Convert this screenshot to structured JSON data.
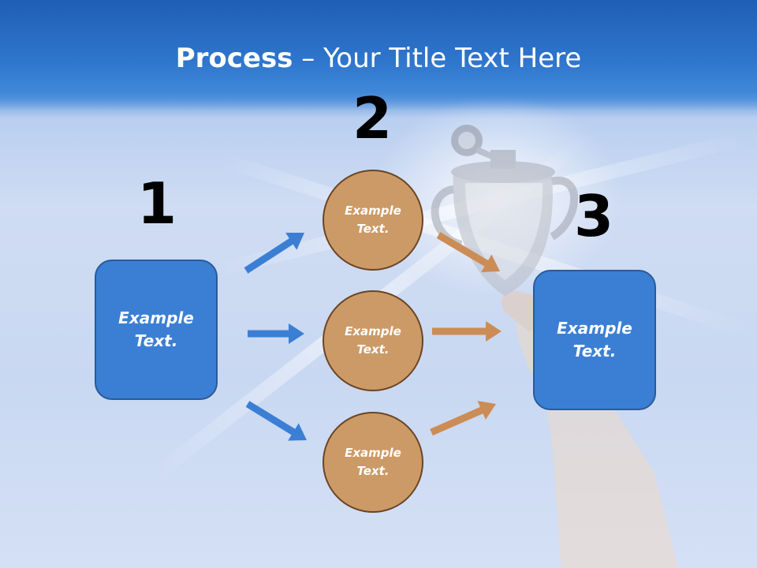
{
  "slide": {
    "title_bold": "Process",
    "title_rest": " – Your Title Text Here"
  },
  "steps": {
    "one": "1",
    "two": "2",
    "three": "3"
  },
  "nodes": {
    "left_box": "Example\nText.",
    "circle_top": "Example\nText.",
    "circle_middle": "Example\nText.",
    "circle_bottom": "Example\nText.",
    "right_box": "Example\nText."
  },
  "colors": {
    "box_fill": "#3b7fd4",
    "circle_fill": "#cc9a66",
    "blue_arrow": "#3b7fd4",
    "tan_arrow": "#cc8c55"
  },
  "background": {
    "image": "trophy-raised-in-hand-icon"
  }
}
